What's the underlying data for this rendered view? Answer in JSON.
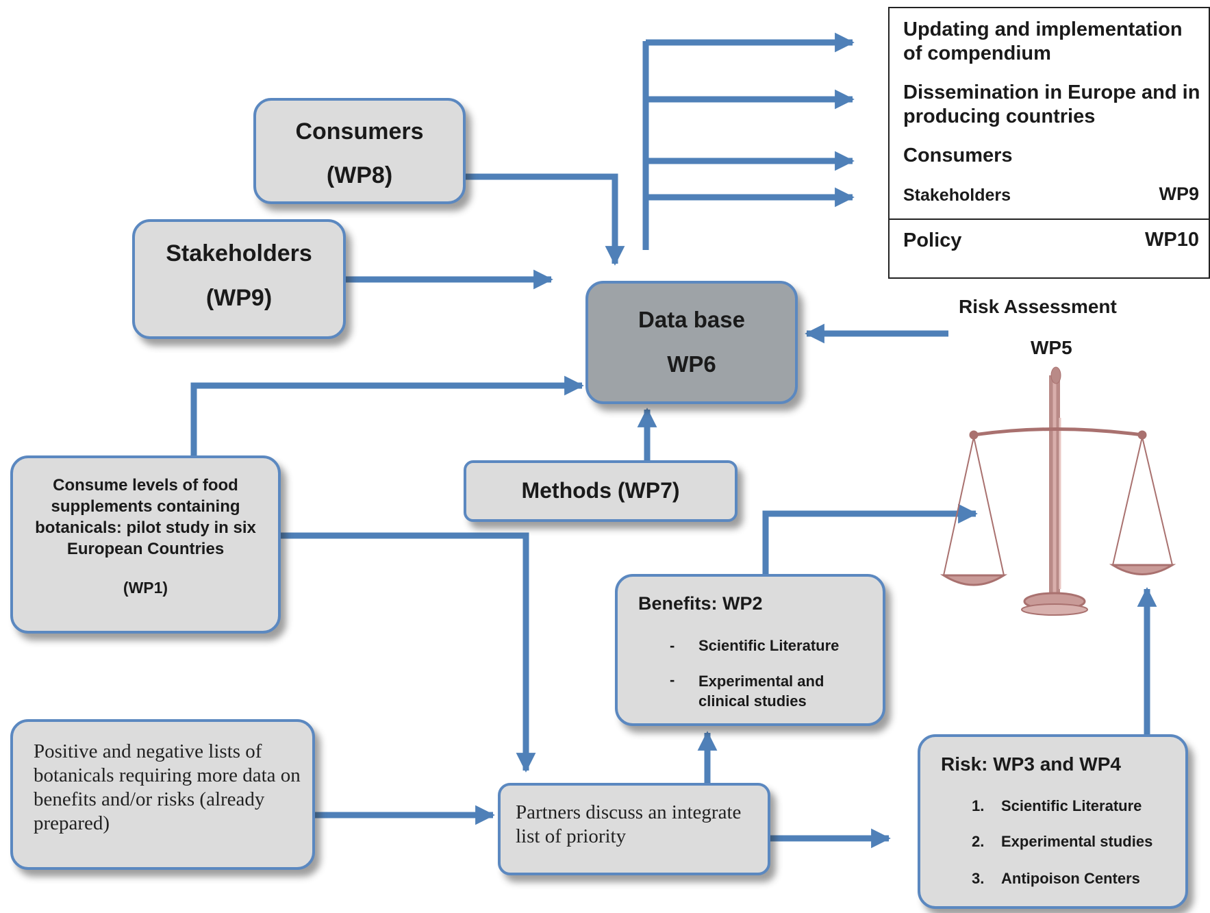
{
  "outputs": {
    "item1": "Updating and implementation of compendium",
    "item2": "Dissemination in Europe and in producing countries",
    "item3": "Consumers",
    "item4": "Stakeholders",
    "item4_wp": "WP9",
    "item5": "Policy",
    "item5_wp": "WP10"
  },
  "consumers": {
    "title": "Consumers",
    "wp": "(WP8)"
  },
  "stakeholders": {
    "title": "Stakeholders",
    "wp": "(WP9)"
  },
  "database": {
    "title": "Data base",
    "wp": "WP6"
  },
  "risk_assessment": {
    "title": "Risk Assessment",
    "wp": "WP5"
  },
  "consume_levels": {
    "text": "Consume levels of food supplements containing botanicals: pilot study in six European Countries",
    "wp": "(WP1)"
  },
  "methods": {
    "title": "Methods (WP7)"
  },
  "benefits": {
    "title": "Benefits: WP2",
    "items": [
      "Scientific Literature",
      "Experimental and clinical studies"
    ],
    "bullet": "-"
  },
  "positive_lists": {
    "text": "Positive and negative lists of botanicals requiring more data on benefits and/or risks (already prepared)"
  },
  "partners": {
    "text": "Partners discuss an integrate list of priority"
  },
  "risk": {
    "title": "Risk: WP3 and WP4",
    "items": [
      "Scientific Literature",
      "Experimental studies",
      "Antipoison Centers"
    ],
    "numbers": [
      "1.",
      "2.",
      "3."
    ]
  },
  "colors": {
    "arrow": "#4f80b8",
    "box_fill": "#dcdcdc",
    "box_border": "#5b88c0",
    "database_fill": "#9ea3a7"
  },
  "icons": {
    "scale": "balance-scale-icon"
  }
}
